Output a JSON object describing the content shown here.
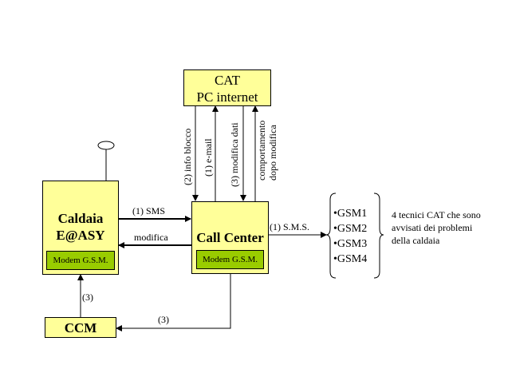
{
  "colors": {
    "box_fill": "#ffff99",
    "modem_fill": "#99cc00",
    "line": "#000000"
  },
  "nodes": {
    "cat": {
      "line1": "CAT",
      "line2": "PC internet"
    },
    "caldaia": {
      "line1": "Caldaia",
      "line2": "E@ASY",
      "modem": "Modem G.S.M."
    },
    "call_center": {
      "title": "Call Center",
      "modem": "Modem G.S.M."
    },
    "ccm": {
      "title": "CCM"
    },
    "gsm_list": [
      "•GSM1",
      "•GSM2",
      "•GSM3",
      "•GSM4"
    ]
  },
  "edges": {
    "sms_to_callcenter": "(1) SMS",
    "modifica_to_caldaia": "modifica",
    "info_blocco": "(2) info blocco",
    "email": "(1) e-mail",
    "modifica_dati": "(3) modifica dati",
    "comportamento_line1": "comportamento",
    "comportamento_line2": "dopo modifica",
    "sms_to_gsm": "(1) S.M.S.",
    "callcenter_to_ccm": "(3)",
    "ccm_to_caldaia": "(3)"
  },
  "note": {
    "lines": [
      "4 tecnici CAT che sono",
      "avvisati dei problemi",
      "della caldaia"
    ]
  }
}
